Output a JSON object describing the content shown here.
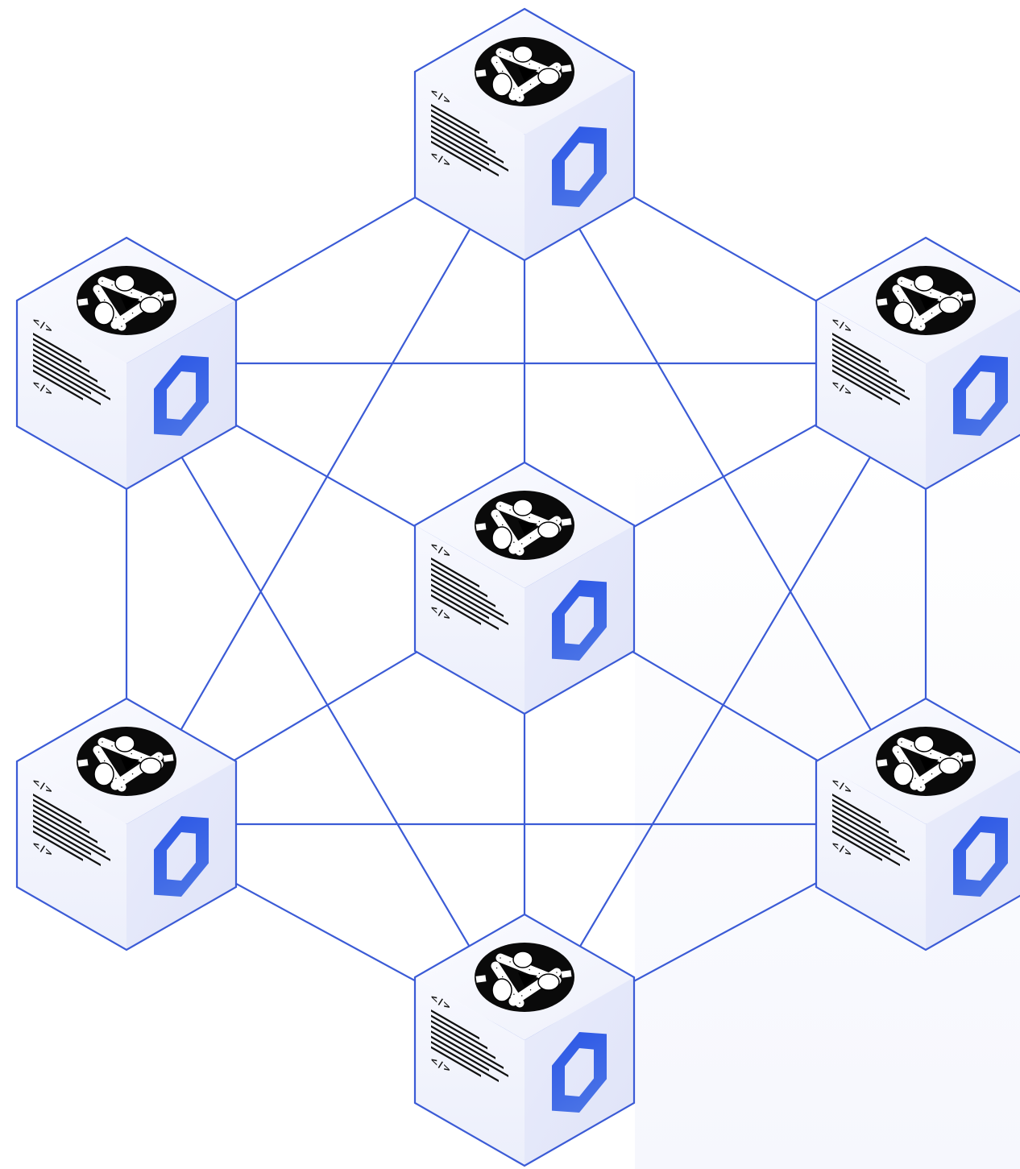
{
  "diagram": {
    "node_count": 7,
    "node_labels": [
      "top",
      "upper-left",
      "upper-right",
      "center",
      "lower-left",
      "lower-right",
      "bottom"
    ],
    "code_tag_text": "</>",
    "edge_color": "#3b5bd6",
    "node_outline_color": "#3b5bd6",
    "chainlink_logo_color": "#3760e0",
    "badge_color": "#0a0a0a",
    "icons": {
      "top_face": "handshake-circle-icon",
      "left_face": "code-document-icon",
      "right_face": "chainlink-hexagon-icon"
    },
    "edges": [
      [
        "top",
        "upper-left"
      ],
      [
        "top",
        "upper-right"
      ],
      [
        "top",
        "center"
      ],
      [
        "top",
        "lower-left"
      ],
      [
        "top",
        "lower-right"
      ],
      [
        "upper-left",
        "upper-right"
      ],
      [
        "upper-left",
        "center"
      ],
      [
        "upper-left",
        "lower-left"
      ],
      [
        "upper-left",
        "bottom"
      ],
      [
        "upper-right",
        "center"
      ],
      [
        "upper-right",
        "lower-right"
      ],
      [
        "upper-right",
        "bottom"
      ],
      [
        "center",
        "lower-left"
      ],
      [
        "center",
        "lower-right"
      ],
      [
        "center",
        "bottom"
      ],
      [
        "lower-left",
        "lower-right"
      ],
      [
        "lower-left",
        "bottom"
      ],
      [
        "lower-right",
        "bottom"
      ]
    ]
  }
}
